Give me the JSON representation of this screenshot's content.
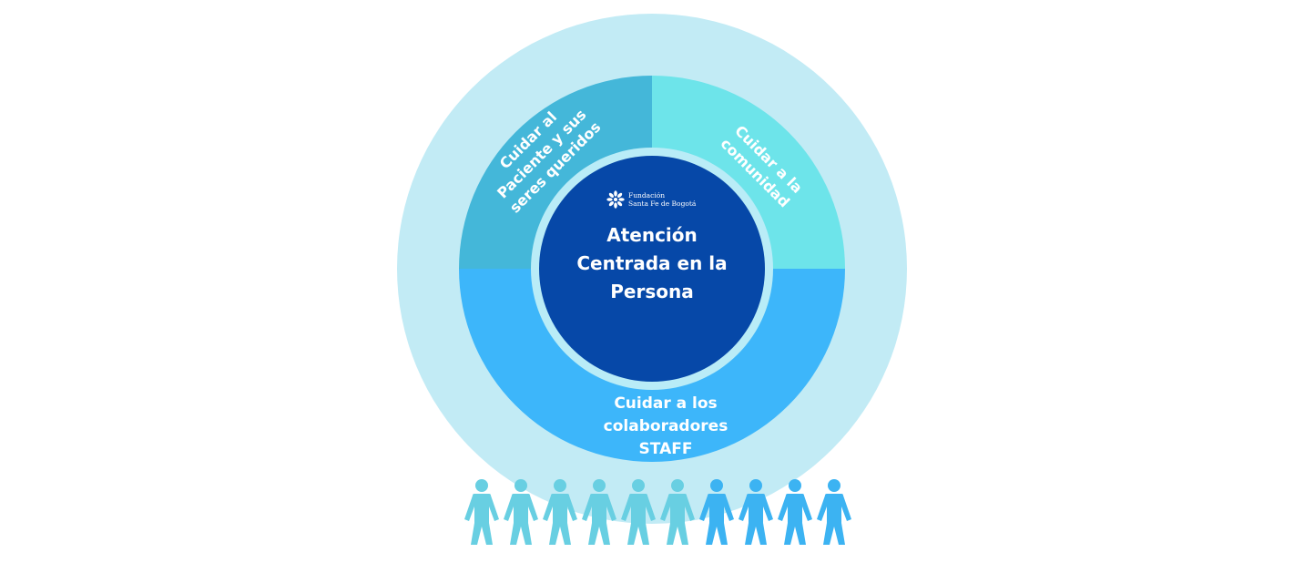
{
  "colors": {
    "outer_ring": "#c2ebf5",
    "patient_quadrant": "#44b7d9",
    "community_quadrant": "#6de4ea",
    "staff_half": "#3db6fa",
    "ring_border": "#b9ecf7",
    "center": "#0648a8",
    "text": "#ffffff",
    "person_light": "#68cfe2",
    "person_dark": "#3cb3f2"
  },
  "center": {
    "logo": {
      "line1": "Fundación",
      "line2": "Santa Fe de Bogotá",
      "icon": "snowflake-logo-icon"
    },
    "title_lines": [
      "Atención",
      "Centrada en la",
      "Persona"
    ]
  },
  "segments": {
    "patient": {
      "lines": [
        "Cuidar al",
        "Paciente y sus",
        "seres queridos"
      ]
    },
    "community": {
      "lines": [
        "Cuidar a la",
        "comunidad"
      ]
    },
    "staff": {
      "lines": [
        "Cuidar a los",
        "colaboradores",
        "STAFF"
      ]
    }
  },
  "people": {
    "icon": "person-icon",
    "light_count": 6,
    "dark_count": 4
  }
}
